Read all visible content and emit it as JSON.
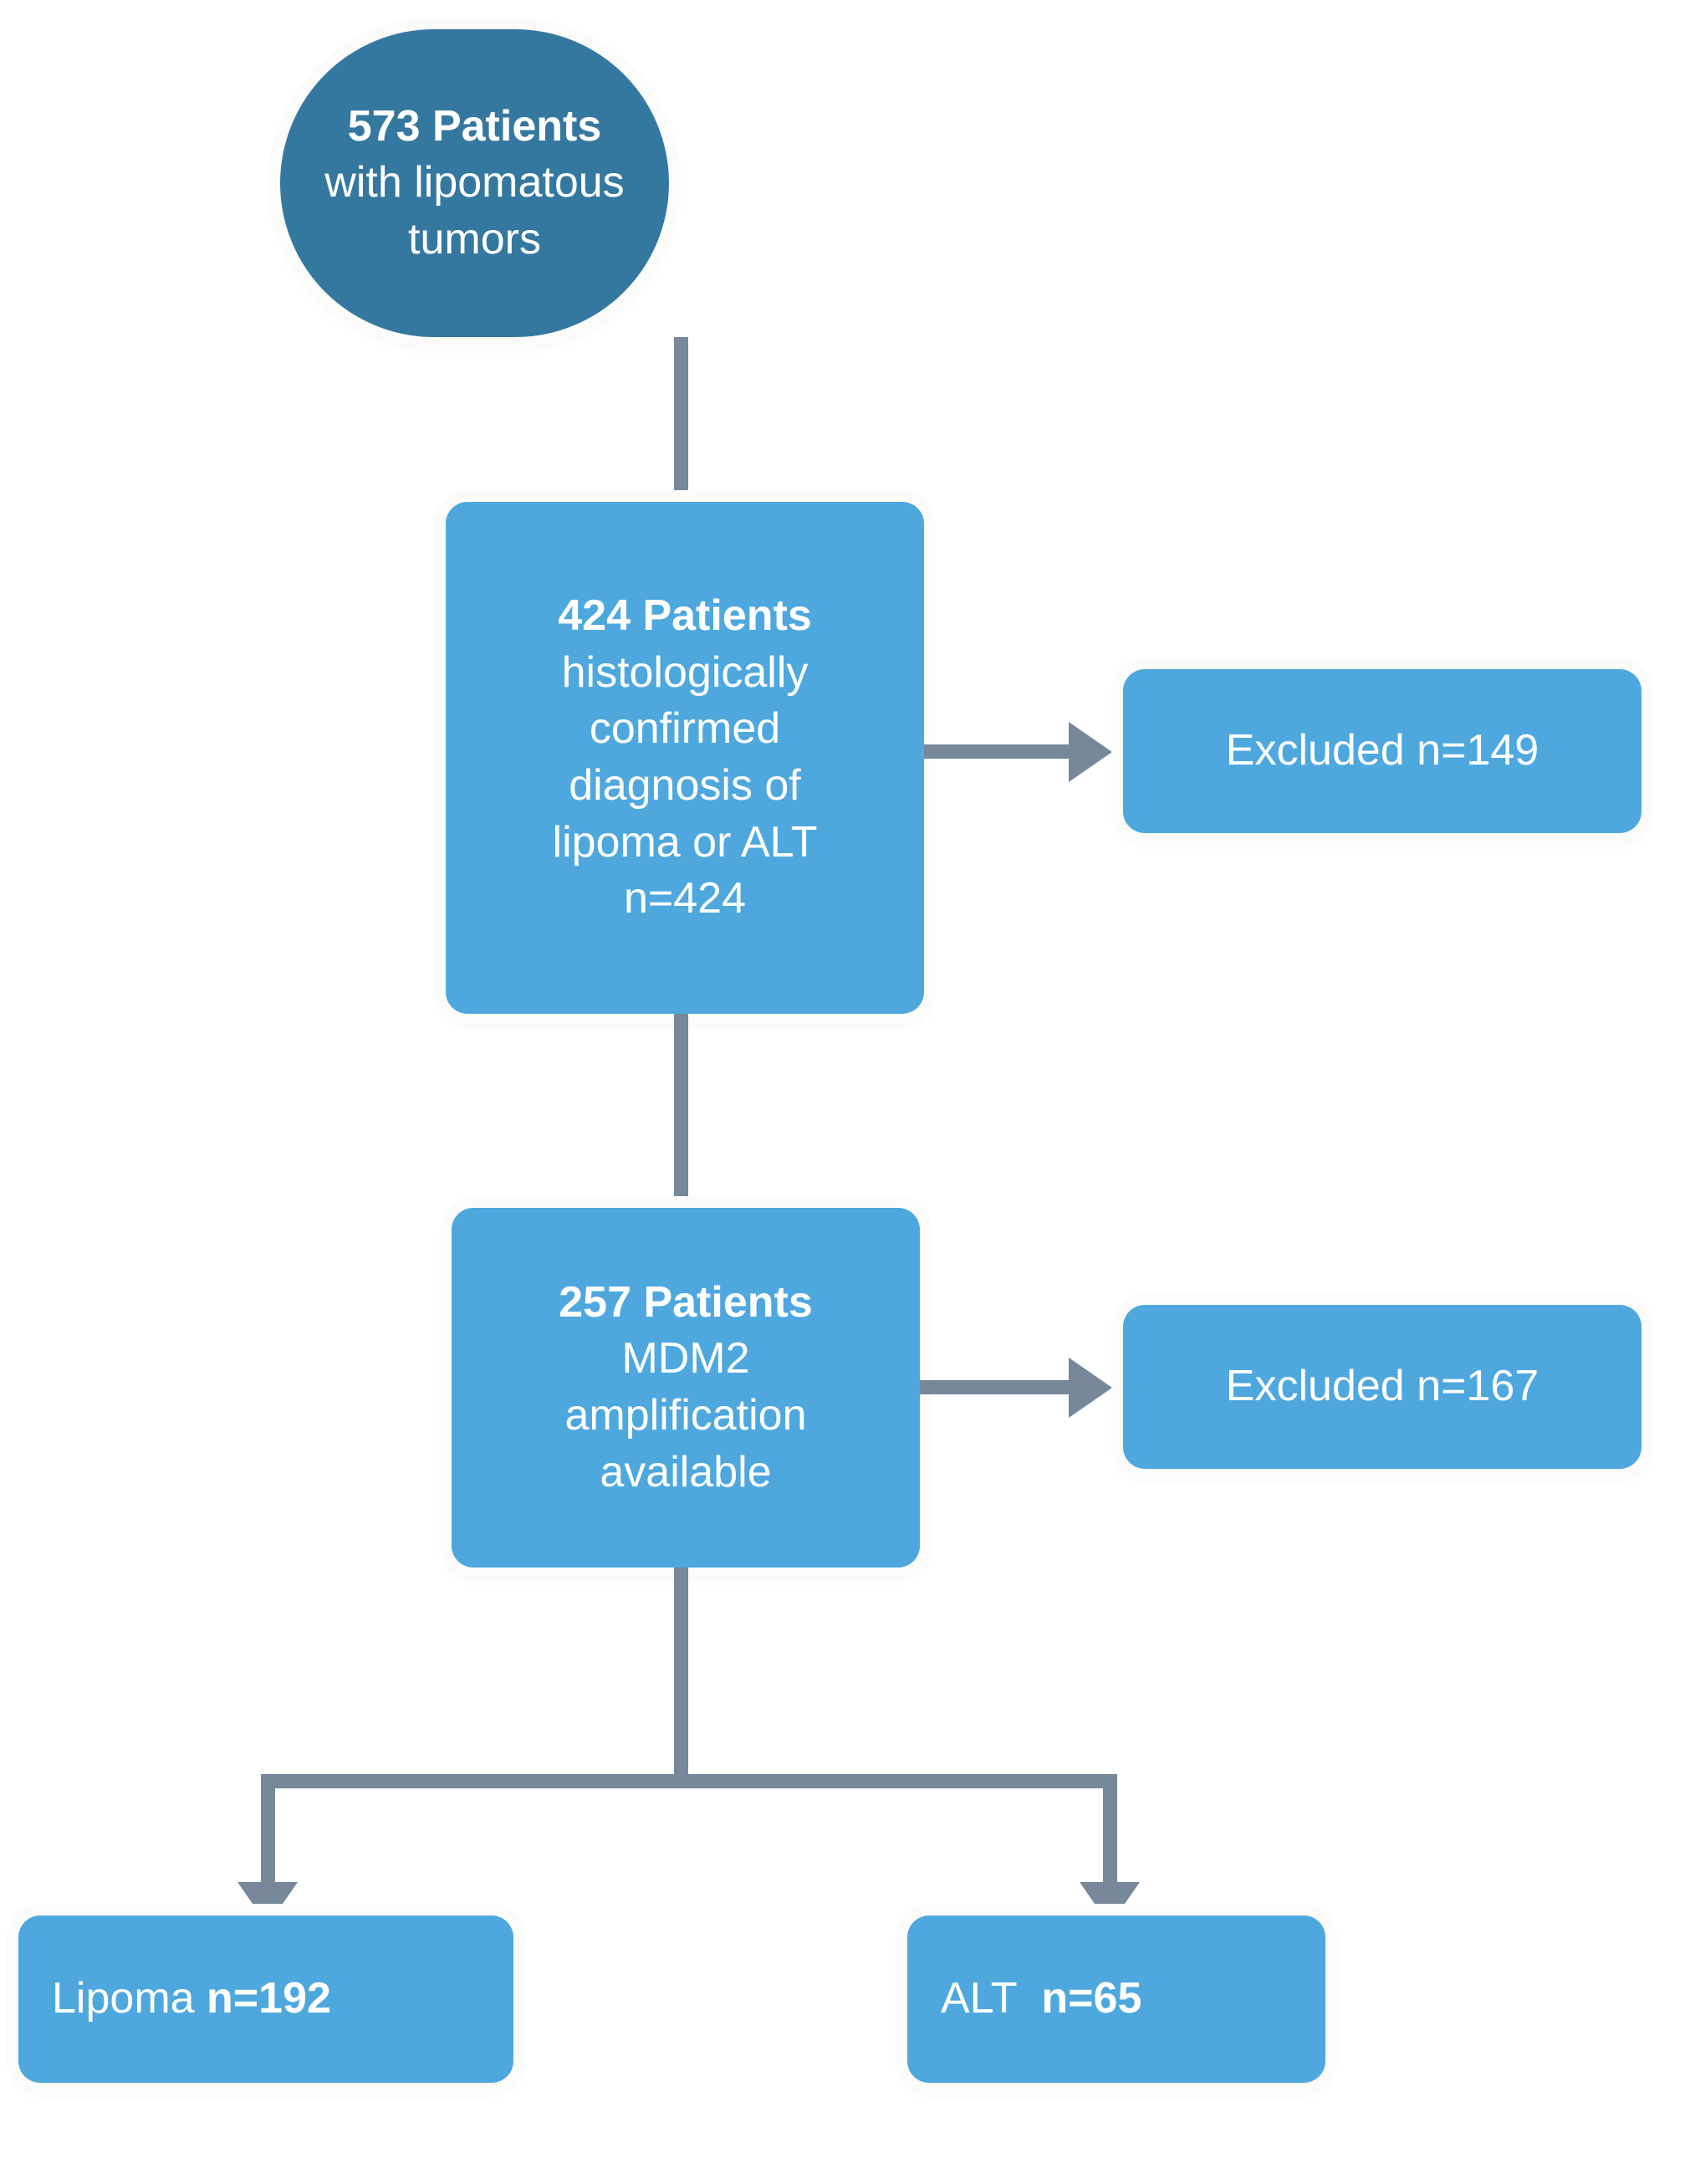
{
  "figure": {
    "kind": "patient-selection-flowchart",
    "background_color": "#ffffff"
  },
  "colors": {
    "primary_node": "#35789f",
    "step_node": "#4ea8de",
    "excluded_node": "#4ea8de",
    "leaf_node": "#4ea8de",
    "connector": "#76889a",
    "node_text": "#ffffff",
    "node_halo": "#fbfbfa"
  },
  "nodes": {
    "cohort": {
      "count_label": "573 Patients",
      "description_line1": "with lipomatous",
      "description_line2": "tumors"
    },
    "histology": {
      "count_label": "424 Patients",
      "description_line1": "histologically",
      "description_line2": "confirmed",
      "description_line3": "diagnosis of",
      "description_line4": "lipoma or ALT",
      "description_line5": "n=424"
    },
    "mdm2": {
      "count_label": "257 Patients",
      "description_line1": "MDM2",
      "description_line2": "amplification",
      "description_line3": "available"
    },
    "excluded_first": {
      "label": "Excluded n=149"
    },
    "excluded_second": {
      "label": "Excluded n=167"
    },
    "leaf_lipoma": {
      "label": "Lipoma",
      "count": "n=192"
    },
    "leaf_alt": {
      "label": "ALT",
      "count": "n=65"
    }
  },
  "chart_data": {
    "type": "diagram",
    "title": "Patient selection flow for lipomatous tumors",
    "stages": [
      {
        "id": "cohort",
        "n": 573,
        "label": "573 Patients with lipomatous tumors"
      },
      {
        "id": "histology",
        "n": 424,
        "label": "424 Patients histologically confirmed diagnosis of lipoma or ALT n=424"
      },
      {
        "id": "mdm2",
        "n": 257,
        "label": "257 Patients MDM2 amplification available"
      }
    ],
    "exclusions": [
      {
        "from": "cohort",
        "n": 149,
        "label": "Excluded n=149"
      },
      {
        "from": "histology",
        "n": 167,
        "label": "Excluded n=167"
      }
    ],
    "outcomes": [
      {
        "id": "lipoma",
        "n": 192,
        "label": "Lipoma n=192"
      },
      {
        "id": "alt",
        "n": 65,
        "label": "ALT n=65"
      }
    ]
  }
}
